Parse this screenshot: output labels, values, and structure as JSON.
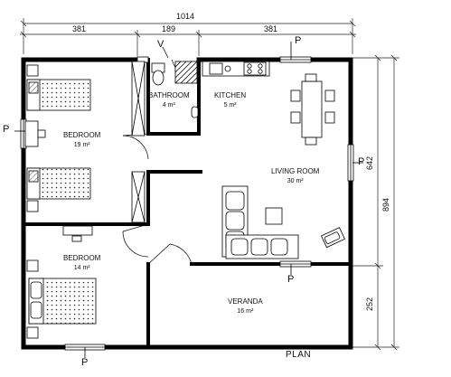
{
  "dimensions": {
    "overall_width": "1014",
    "segment_1": "381",
    "segment_2": "189",
    "segment_3": "381",
    "right_upper": "642",
    "right_lower": "252",
    "right_total": "894"
  },
  "rooms": [
    {
      "id": "bathroom",
      "name": "BATHROOM",
      "area": "4 m²"
    },
    {
      "id": "kitchen",
      "name": "KITCHEN",
      "area": "5 m²"
    },
    {
      "id": "bedroom_top",
      "name": "BEDROOM",
      "area": "19 m²"
    },
    {
      "id": "living_room",
      "name": "LIVING ROOM",
      "area": "30 m²"
    },
    {
      "id": "bedroom_bottom",
      "name": "BEDROOM",
      "area": "14 m²"
    },
    {
      "id": "veranda",
      "name": "VERANDA",
      "area": "16 m²"
    }
  ],
  "markers": {
    "p": "P",
    "v": "V"
  },
  "plan_title": "PLAN"
}
